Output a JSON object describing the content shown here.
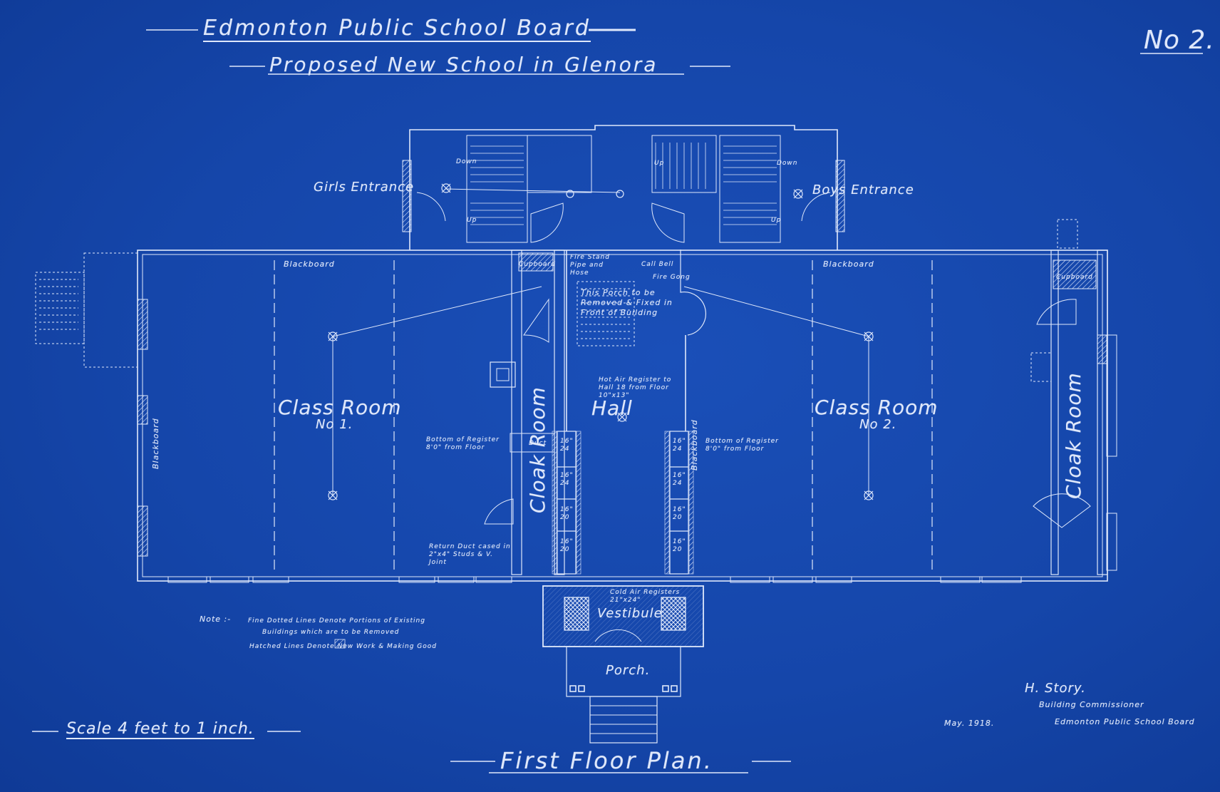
{
  "header": {
    "board": "Edmonton Public School Board",
    "project": "Proposed New School in Glenora",
    "sheet_no": "No 2."
  },
  "rooms": {
    "girls_entrance": "Girls Entrance",
    "boys_entrance": "Boys Entrance",
    "class_room_1": "Class Room",
    "class_room_1_no": "No 1.",
    "class_room_2": "Class Room",
    "class_room_2_no": "No 2.",
    "hall": "Hall",
    "cloak_room_left": "Cloak Room",
    "cloak_room_right": "Cloak Room",
    "vestibule": "Vestibule",
    "porch": "Porch."
  },
  "annotations": {
    "blackboard": "Blackboard",
    "cupboard": "Cupboard",
    "down": "Down",
    "up": "Up",
    "fire_stand_pipe": "Fire Stand Pipe and Hose",
    "call_bell": "Call Bell",
    "fire_gong": "Fire Gong",
    "porch_note": "This Porch to be Removed & Fixed in Front of Building",
    "hot_air_register": "Hot Air Register to Hall 18 from Floor 10\"x13\"",
    "register_left": "Bottom of Register 8'0\" from Floor",
    "register_right": "Bottom of Register 8'0\" from Floor",
    "duct": "Duct",
    "return_duct": "Return Duct cased in 2\"x4\" Studs & V. Joint",
    "cold_air_registers": "Cold Air Registers 21\"x24\"",
    "duct_sizes": [
      "16\" 24",
      "16\" 24",
      "16\" 20",
      "16\" 20"
    ]
  },
  "note": {
    "prefix": "Note :-",
    "line1": "Fine Dotted Lines Denote Portions of Existing",
    "line2": "Buildings which are to be Removed",
    "line3": "Hatched Lines Denote New Work & Making Good"
  },
  "footer": {
    "scale": "Scale 4 feet to 1 inch.",
    "plan_title": "First Floor Plan.",
    "date": "May. 1918.",
    "signature": "H. Story.",
    "sig_title": "Building Commissioner",
    "sig_org": "Edmonton Public School Board"
  },
  "colors": {
    "paper": "#1546aa",
    "ink": "#dfe8fb"
  }
}
